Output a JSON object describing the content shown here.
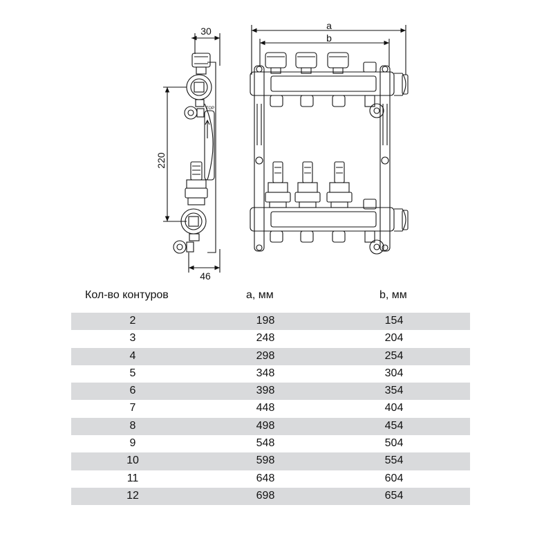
{
  "drawing": {
    "dims": {
      "side_top": "30",
      "side_bottom": "46",
      "side_height": "220",
      "front_a": "a",
      "front_b": "b"
    },
    "top_label": "TOP"
  },
  "table": {
    "headers": [
      "Кол-во контуров",
      "a, мм",
      "b, мм"
    ],
    "rows": [
      [
        "2",
        "198",
        "154"
      ],
      [
        "3",
        "248",
        "204"
      ],
      [
        "4",
        "298",
        "254"
      ],
      [
        "5",
        "348",
        "304"
      ],
      [
        "6",
        "398",
        "354"
      ],
      [
        "7",
        "448",
        "404"
      ],
      [
        "8",
        "498",
        "454"
      ],
      [
        "9",
        "548",
        "504"
      ],
      [
        "10",
        "598",
        "554"
      ],
      [
        "11",
        "648",
        "604"
      ],
      [
        "12",
        "698",
        "654"
      ]
    ]
  }
}
